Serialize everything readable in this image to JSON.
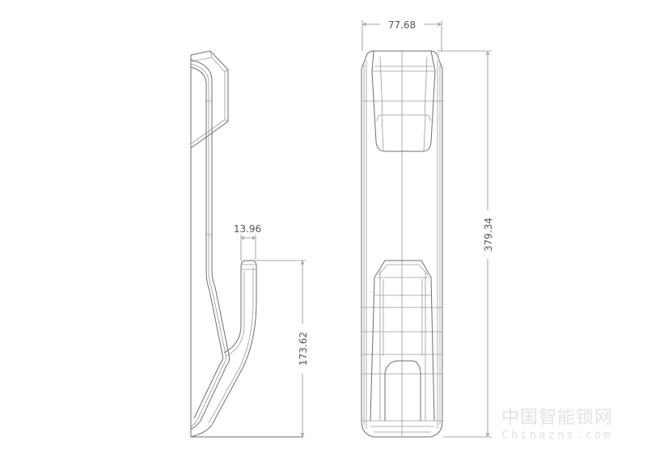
{
  "dimensions": {
    "hook_width": "13.96",
    "hook_height": "173.62",
    "front_width": "77.68",
    "front_height": "379.34"
  },
  "watermark": {
    "chinese": "中国智能锁网",
    "latin": "Chinazns.com"
  },
  "colors": {
    "line": "#6e6e6e",
    "background": "#ffffff"
  }
}
